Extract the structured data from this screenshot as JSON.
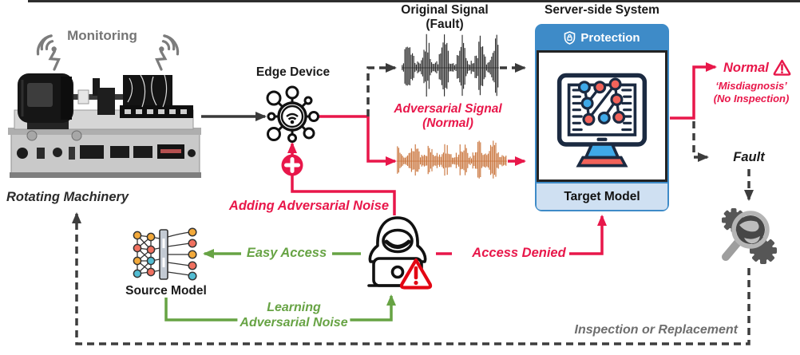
{
  "labels": {
    "monitoring": "Monitoring",
    "rotating_machinery": "Rotating Machinery",
    "edge_device": "Edge Device"
  },
  "signals": {
    "original": {
      "line1": "Original Signal",
      "line2": "(Fault)"
    },
    "adversarial": {
      "line1": "Adversarial Signal",
      "line2": "(Normal)"
    }
  },
  "server": {
    "title": "Server-side System",
    "protection": "Protection",
    "target_model": "Target Model"
  },
  "outputs": {
    "normal": "Normal",
    "misdiagnosis1": "‘Misdiagnosis’",
    "misdiagnosis2": "(No Inspection)",
    "fault": "Fault"
  },
  "attack": {
    "adding_noise": "Adding Adversarial Noise",
    "easy_access": "Easy Access",
    "access_denied": "Access Denied",
    "learning1": "Learning",
    "learning2": "Adversarial Noise"
  },
  "source_model": {
    "label": "Source Model"
  },
  "bottom": {
    "inspection": "Inspection or Replacement"
  },
  "icons": {
    "wireless_sensor": "radio-wave sensor",
    "edge_hub": "iot wifi hub",
    "plus": "add noise plus",
    "shield_lock": "protection shield",
    "monitor_network": "diagnosis model screen",
    "warning_triangle": "alert",
    "hacker": "hooded attacker with laptop",
    "neural_network": "source model network",
    "gears_magnifier": "inspection gears"
  },
  "colors": {
    "red": "#e8174a",
    "green": "#67a344",
    "blue": "#3e8bc8",
    "light_blue": "#cfe0f2",
    "orange_wave": "#c87137",
    "dark_line": "#3a3a3a",
    "gray_text": "#757575"
  }
}
